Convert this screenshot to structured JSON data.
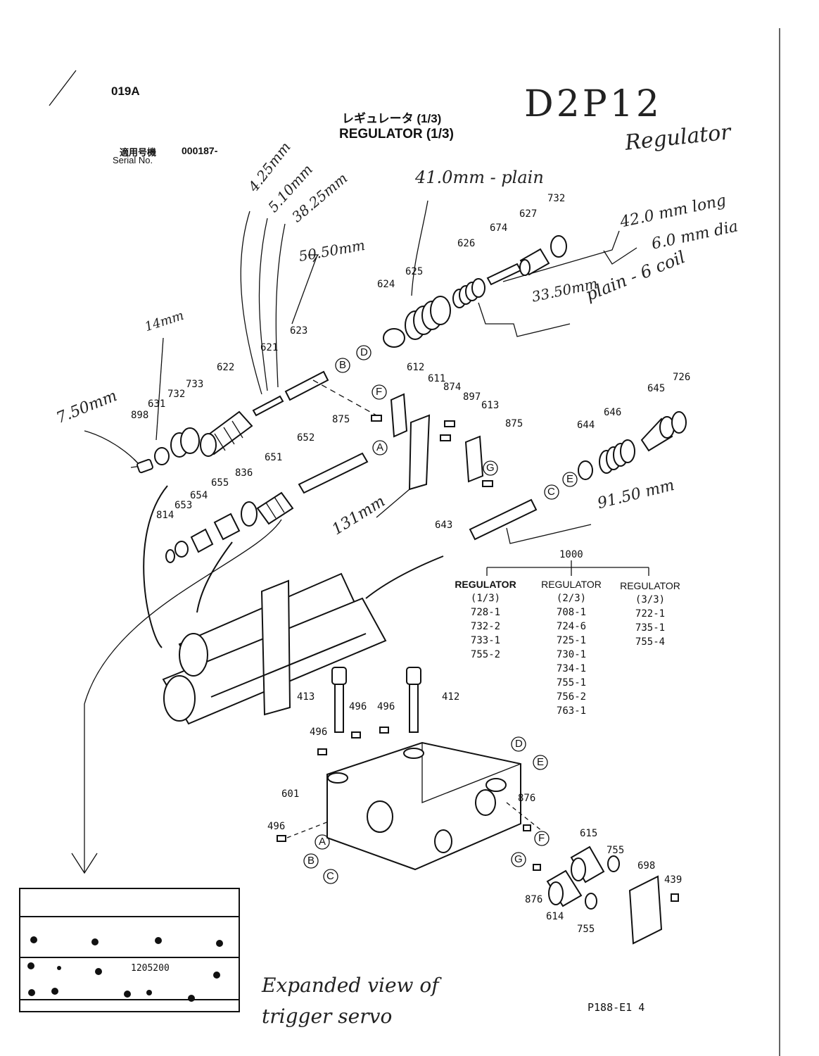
{
  "header": {
    "doc_code": "019A",
    "title_jp": "レギュレータ (1/3)",
    "title_en": "REGULATOR (1/3)",
    "serial_label_jp": "適用号機",
    "serial_label_en": "Serial No.",
    "serial_value": "000187-"
  },
  "handwritten": {
    "model": "D2P12",
    "subtitle": "Regulator",
    "m_425": "4.25mm",
    "m_510": "5.10mm",
    "m_3825": "38.25mm",
    "m_5050": "50.50mm",
    "m_410": "41.0mm - plain",
    "m_420": "42.0 mm long",
    "m_60": "6.0 mm dia",
    "m_3350": "33.50mm",
    "m_plain6": "plain - 6 coil",
    "m_14": "14mm",
    "m_750": "7.50mm",
    "m_131": "131mm",
    "m_9150": "91.50 mm",
    "note": "Expanded view of trigger servo"
  },
  "parts": {
    "p412": "412",
    "p413": "413",
    "p439": "439",
    "p496a": "496",
    "p496b": "496",
    "p496c": "496",
    "p496d": "496",
    "p601": "601",
    "p611": "611",
    "p612": "612",
    "p613": "613",
    "p614": "614",
    "p615": "615",
    "p621": "621",
    "p622": "622",
    "p623": "623",
    "p624": "624",
    "p625": "625",
    "p626": "626",
    "p627": "627",
    "p631": "631",
    "p643": "643",
    "p644": "644",
    "p645": "645",
    "p646": "646",
    "p651": "651",
    "p652": "652",
    "p653": "653",
    "p654": "654",
    "p655": "655",
    "p674": "674",
    "p698": "698",
    "p726": "726",
    "p732a": "732",
    "p732b": "732",
    "p733": "733",
    "p755a": "755",
    "p755b": "755",
    "p814": "814",
    "p836": "836",
    "p874": "874",
    "p875a": "875",
    "p875b": "875",
    "p876a": "876",
    "p876b": "876",
    "p897": "897",
    "p898": "898"
  },
  "letters": [
    "A",
    "B",
    "C",
    "D",
    "E",
    "F",
    "G"
  ],
  "kit": {
    "root": "1000",
    "columns": [
      {
        "title": "REGULATOR",
        "sub": "(1/3)",
        "items": [
          "728-1",
          "732-2",
          "733-1",
          "755-2"
        ]
      },
      {
        "title": "REGULATOR",
        "sub": "(2/3)",
        "items": [
          "708-1",
          "724-6",
          "725-1",
          "730-1",
          "734-1",
          "755-1",
          "756-2",
          "763-1"
        ]
      },
      {
        "title": "REGULATOR",
        "sub": "(3/3)",
        "items": [
          "722-1",
          "735-1",
          "755-4"
        ]
      }
    ]
  },
  "inset_label": "1205200",
  "footer": {
    "page_ref": "P188-E1 4"
  }
}
